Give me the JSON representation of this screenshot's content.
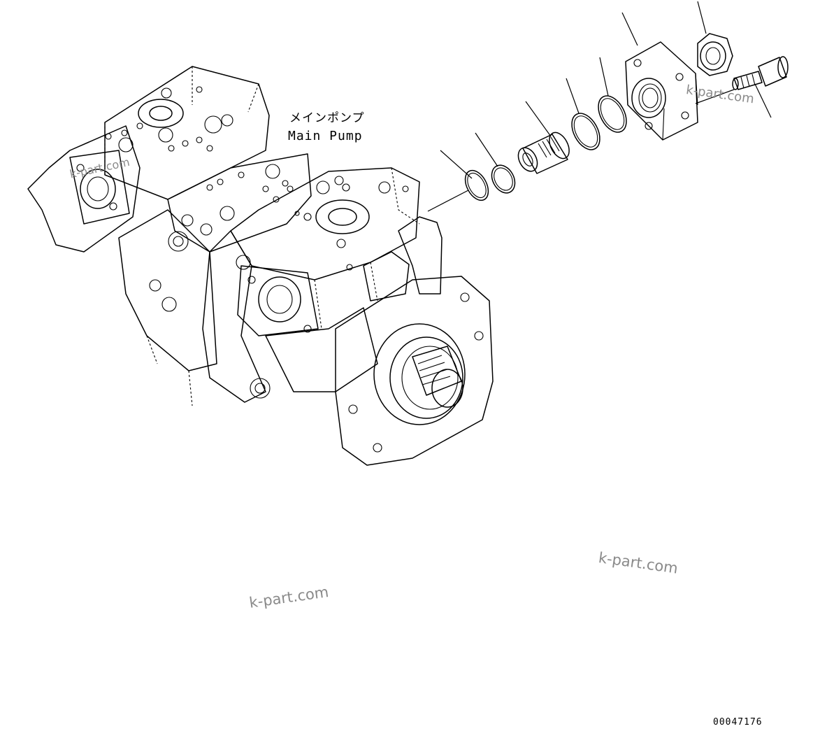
{
  "diagram": {
    "label_jp": "メインポンプ",
    "label_en": "Main Pump",
    "figure_number": "00047176",
    "watermark": "k-part.com"
  },
  "icons": {
    "o_ring_small": "o-ring-icon",
    "o_ring_large": "o-ring-icon",
    "union": "threaded-union-icon",
    "flange": "flange-icon",
    "nut": "hex-nut-icon",
    "bolt": "bolt-icon"
  }
}
